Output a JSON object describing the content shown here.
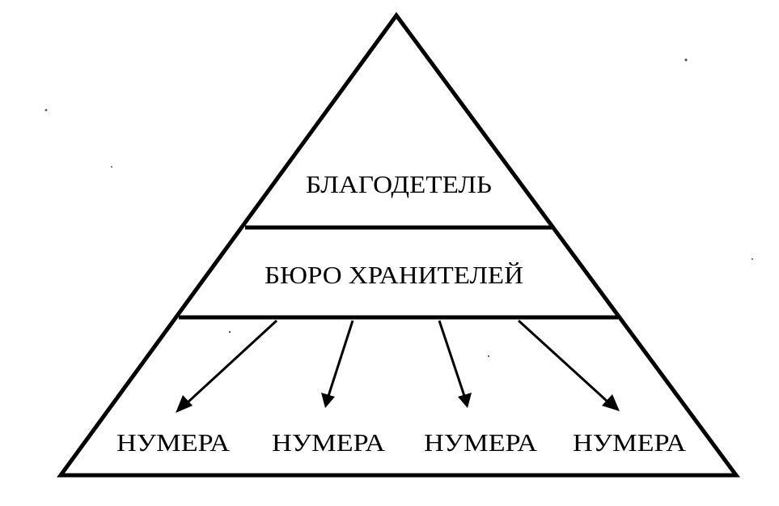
{
  "pyramid": {
    "top_level": "БЛАГОДЕТЕЛЬ",
    "middle_level": "БЮРО ХРАНИТЕЛЕЙ",
    "bottom_level": [
      "НУМЕРА",
      "НУМЕРА",
      "НУМЕРА",
      "НУМЕРА"
    ]
  },
  "colors": {
    "line": "#000000",
    "background": "#ffffff"
  }
}
